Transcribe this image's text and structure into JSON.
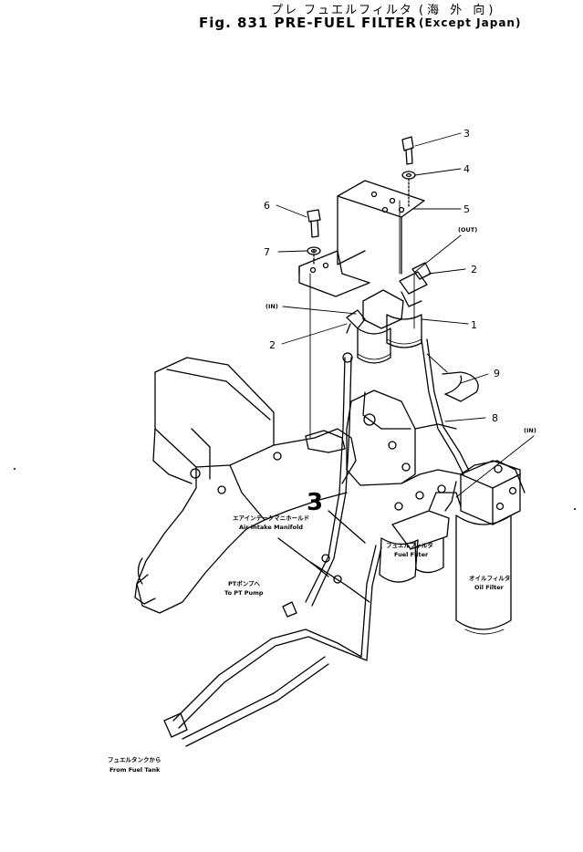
{
  "title": {
    "japanese": "プレ フュエルフィルタ",
    "figure": "Fig. 831 PRE-FUEL FILTER",
    "region_japanese": "(海 外 向)",
    "region": "(Except Japan)"
  },
  "callouts": [
    "1",
    "2",
    "2",
    "3",
    "4",
    "5",
    "6",
    "7",
    "8",
    "9"
  ],
  "tags": {
    "in_top": "(IN)",
    "out": "(OUT)",
    "in_right": "(IN)"
  },
  "labels": {
    "air_intake_jp": "エアインテークマニホールド",
    "air_intake_en": "Air Intake Manifold",
    "pt_pump_jp": "PTポンプへ",
    "pt_pump_en": "To PT Pump",
    "fuel_filter_jp": "フュエルフィルタ",
    "fuel_filter_en": "Fuel Filter",
    "oil_filter_jp": "オイルフィルタ",
    "oil_filter_en": "Oil Filter",
    "fuel_tank_jp": "フュエルタンクから",
    "fuel_tank_en": "From Fuel Tank"
  }
}
